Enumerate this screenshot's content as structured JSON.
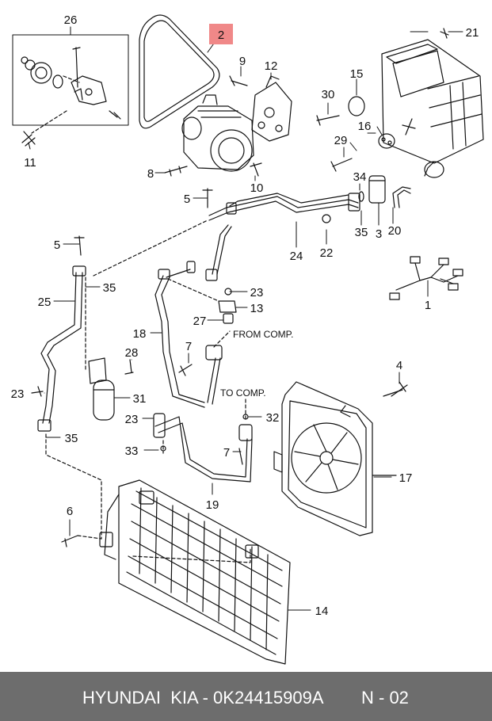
{
  "callouts": [
    {
      "id": "26",
      "label": "26"
    },
    {
      "id": "2",
      "label": "2"
    },
    {
      "id": "21",
      "label": "21"
    },
    {
      "id": "9",
      "label": "9"
    },
    {
      "id": "12",
      "label": "12"
    },
    {
      "id": "15",
      "label": "15"
    },
    {
      "id": "30",
      "label": "30"
    },
    {
      "id": "16",
      "label": "16"
    },
    {
      "id": "29",
      "label": "29"
    },
    {
      "id": "11",
      "label": "11"
    },
    {
      "id": "8",
      "label": "8"
    },
    {
      "id": "10",
      "label": "10"
    },
    {
      "id": "34",
      "label": "34"
    },
    {
      "id": "5a",
      "label": "5"
    },
    {
      "id": "35a",
      "label": "35"
    },
    {
      "id": "3",
      "label": "3"
    },
    {
      "id": "20",
      "label": "20"
    },
    {
      "id": "22",
      "label": "22"
    },
    {
      "id": "24",
      "label": "24"
    },
    {
      "id": "5b",
      "label": "5"
    },
    {
      "id": "35b",
      "label": "35"
    },
    {
      "id": "1",
      "label": "1"
    },
    {
      "id": "25",
      "label": "25"
    },
    {
      "id": "23a",
      "label": "23"
    },
    {
      "id": "13",
      "label": "13"
    },
    {
      "id": "27",
      "label": "27"
    },
    {
      "id": "18",
      "label": "18"
    },
    {
      "id": "7a",
      "label": "7"
    },
    {
      "id": "28",
      "label": "28"
    },
    {
      "id": "4",
      "label": "4"
    },
    {
      "id": "23b",
      "label": "23"
    },
    {
      "id": "31",
      "label": "31"
    },
    {
      "id": "32",
      "label": "32"
    },
    {
      "id": "23c",
      "label": "23"
    },
    {
      "id": "35c",
      "label": "35"
    },
    {
      "id": "33",
      "label": "33"
    },
    {
      "id": "7b",
      "label": "7"
    },
    {
      "id": "17",
      "label": "17"
    },
    {
      "id": "19",
      "label": "19"
    },
    {
      "id": "6",
      "label": "6"
    },
    {
      "id": "14",
      "label": "14"
    }
  ],
  "annotations": {
    "from_comp": "FROM COMP.",
    "to_comp": "TO COMP."
  },
  "highlight_color": "#f08888",
  "footer": {
    "brand": "HYUNDAI  KIA - 0K24415909A",
    "page": "N - 02"
  }
}
